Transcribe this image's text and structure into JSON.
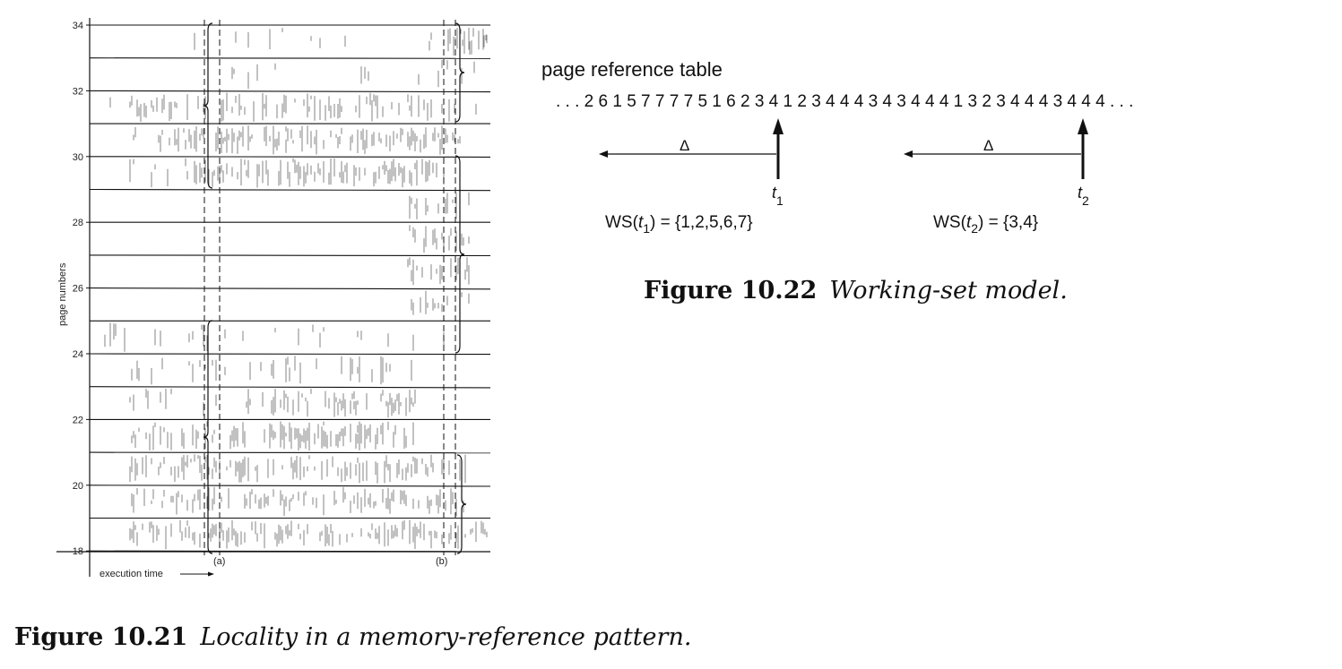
{
  "figure_21": {
    "y_axis_label": "page numbers",
    "y_ticks": [
      "34",
      "32",
      "30",
      "28",
      "26",
      "24",
      "22",
      "20",
      "18"
    ],
    "x_axis_label": "execution time",
    "markers": [
      "(a)",
      "(b)"
    ],
    "caption_number": "Figure 10.21",
    "caption_text": "Locality in a memory-reference pattern."
  },
  "figure_22": {
    "heading": "page reference table",
    "reference_string": ". . . 2 6 1 5 7 7 7 7 5 1 6 2 3 4 1 2 3 4 4 4 3 4 3 4 4 4 1 3 2 3 4 4 4 3 4 4 4 . . .",
    "delta_symbol": "Δ",
    "t1": {
      "var": "t",
      "sub": "1"
    },
    "t2": {
      "var": "t",
      "sub": "2"
    },
    "ws1": {
      "pre": "WS(",
      "var": "t",
      "sub": "1",
      "post": ") = {1,2,5,6,7}"
    },
    "ws2": {
      "pre": "WS(",
      "var": "t",
      "sub": "2",
      "post": ") = {3,4}"
    },
    "caption_number": "Figure 10.22",
    "caption_text": "Working-set model."
  }
}
